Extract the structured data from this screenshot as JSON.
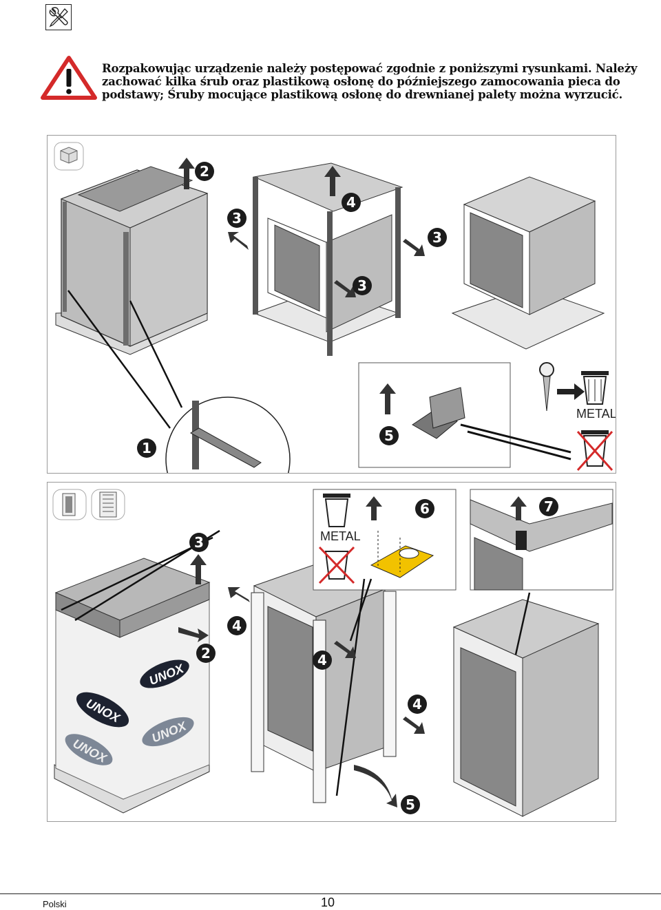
{
  "warning": {
    "text": "Rozpakowując urządzenie należy postępować zgodnie z poniższymi rysunkami. Należy zachować kilka śrub oraz plastikową osłonę do późniejszego zamocowania pieca do podstawy; Śruby mocujące plastikową osłonę do drewnianej palety można wyrzucić."
  },
  "icons": {
    "tool": "wrench-screwdriver-icon",
    "warning": "warning-triangle-icon",
    "trash": "trash-bin-icon"
  },
  "top_panel": {
    "steps": {
      "s1": "1",
      "s2": "2",
      "s3a": "3",
      "s3b": "3",
      "s3c": "3",
      "s4": "4",
      "s5": "5"
    },
    "metal_label": "METAL"
  },
  "bottom_panel": {
    "steps": {
      "s2": "2",
      "s3": "3",
      "s4a": "4",
      "s4b": "4",
      "s4c": "4",
      "s5": "5",
      "s6": "6",
      "s7": "7"
    },
    "metal_label": "METAL",
    "brand": "UNOX"
  },
  "footer": {
    "language": "Polski",
    "page": "10"
  },
  "colors": {
    "warning_red": "#d42a2a",
    "box_gray": "#a9a9a9",
    "dark_gray": "#555555",
    "yellow_part": "#f2c200"
  }
}
